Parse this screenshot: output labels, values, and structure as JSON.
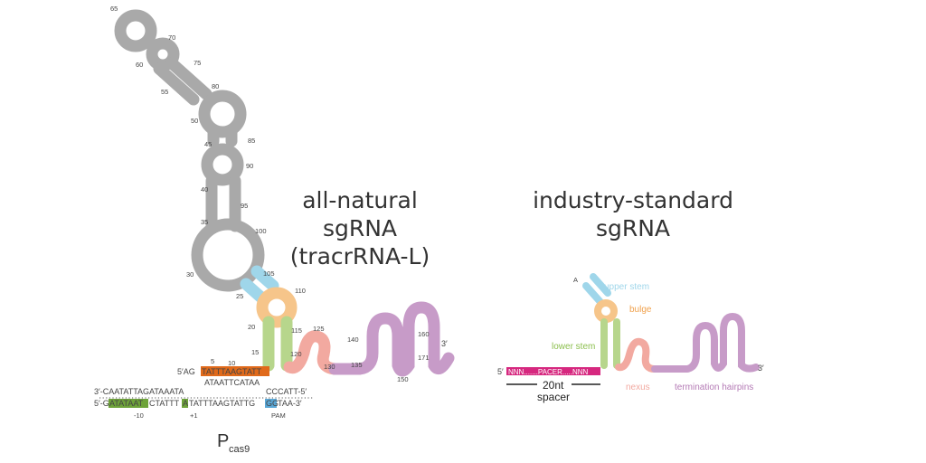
{
  "titles": {
    "left": [
      "all-natural",
      "sgRNA",
      "(tracrRNA-L)"
    ],
    "right": [
      "industry-standard",
      "sgRNA"
    ]
  },
  "colors": {
    "gray": "#a9a9a9",
    "blue": "#9fd6ea",
    "orange": "#f6c58a",
    "green": "#b7d68c",
    "salmon": "#f2a9a0",
    "purple": "#c79bc8",
    "magenta": "#d6287f",
    "promoterOrange": "#e06a1b",
    "promoterGreen": "#6ea33a",
    "pamBlue": "#5aa7d6"
  },
  "left": {
    "promoter_label": "P",
    "promoter_sub": "cas9",
    "top_strand_start": "5′AG",
    "top_strand_seq": "TATTTAAGTATT",
    "top_strand_mid": "ATAATTCATAA",
    "top_strand_right": "CCCATT-5′",
    "bottom_strand_1": "3′-CAATATTAGATAAATA",
    "bottom_strand_2": "5′-GT",
    "bottom_box_1": "ATATAAT",
    "bottom_strand_3": "CTATTT",
    "bottom_box_2": "A",
    "bottom_strand_4": "TATTTAAGTATTG",
    "bottom_box_3": "GG",
    "bottom_strand_5": "TAA-3′",
    "minus10": "-10",
    "plus1": "+1",
    "pam": "PAM",
    "three_prime": "3′",
    "five_prime": "5′",
    "stem_numbers": [
      "65",
      "70",
      "60",
      "75",
      "55",
      "80",
      "50",
      "85",
      "45",
      "90",
      "40",
      "95",
      "35",
      "100",
      "30",
      "105",
      "25",
      "110",
      "20",
      "115",
      "15",
      "120",
      "125",
      "10",
      "5",
      "130",
      "135",
      "140",
      "150",
      "160",
      "171"
    ]
  },
  "right": {
    "labels": {
      "upper_stem": "upper stem",
      "bulge": "bulge",
      "lower_stem": "lower stem",
      "nexus": "nexus",
      "termination": "termination hairpins",
      "spacer_len": "20nt",
      "spacer": "spacer"
    },
    "spacer_seq": "NNN.......PACER.....NNN",
    "five_prime": "5′",
    "three_prime": "3′"
  }
}
